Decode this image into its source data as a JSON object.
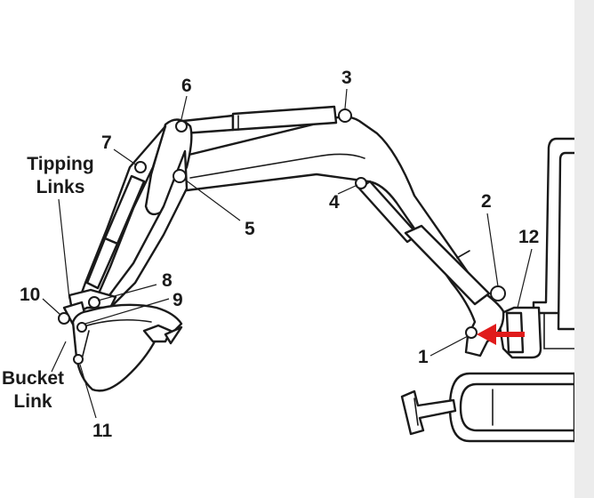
{
  "colors": {
    "line": "#1a1a1a",
    "arrow": "#e01b1b",
    "side_panel": "#ececec"
  },
  "labels": {
    "pin_1": "1",
    "pin_2": "2",
    "pin_3": "3",
    "pin_4": "4",
    "pin_5": "5",
    "pin_6": "6",
    "pin_7": "7",
    "pin_8": "8",
    "pin_9": "9",
    "pin_10": "10",
    "pin_11": "11",
    "pin_12": "12",
    "tipping_links_line1": "Tipping",
    "tipping_links_line2": "Links",
    "bucket_link_line1": "Bucket",
    "bucket_link_line2": "Link"
  },
  "icons": {
    "indicator": "red-arrow-icon"
  }
}
